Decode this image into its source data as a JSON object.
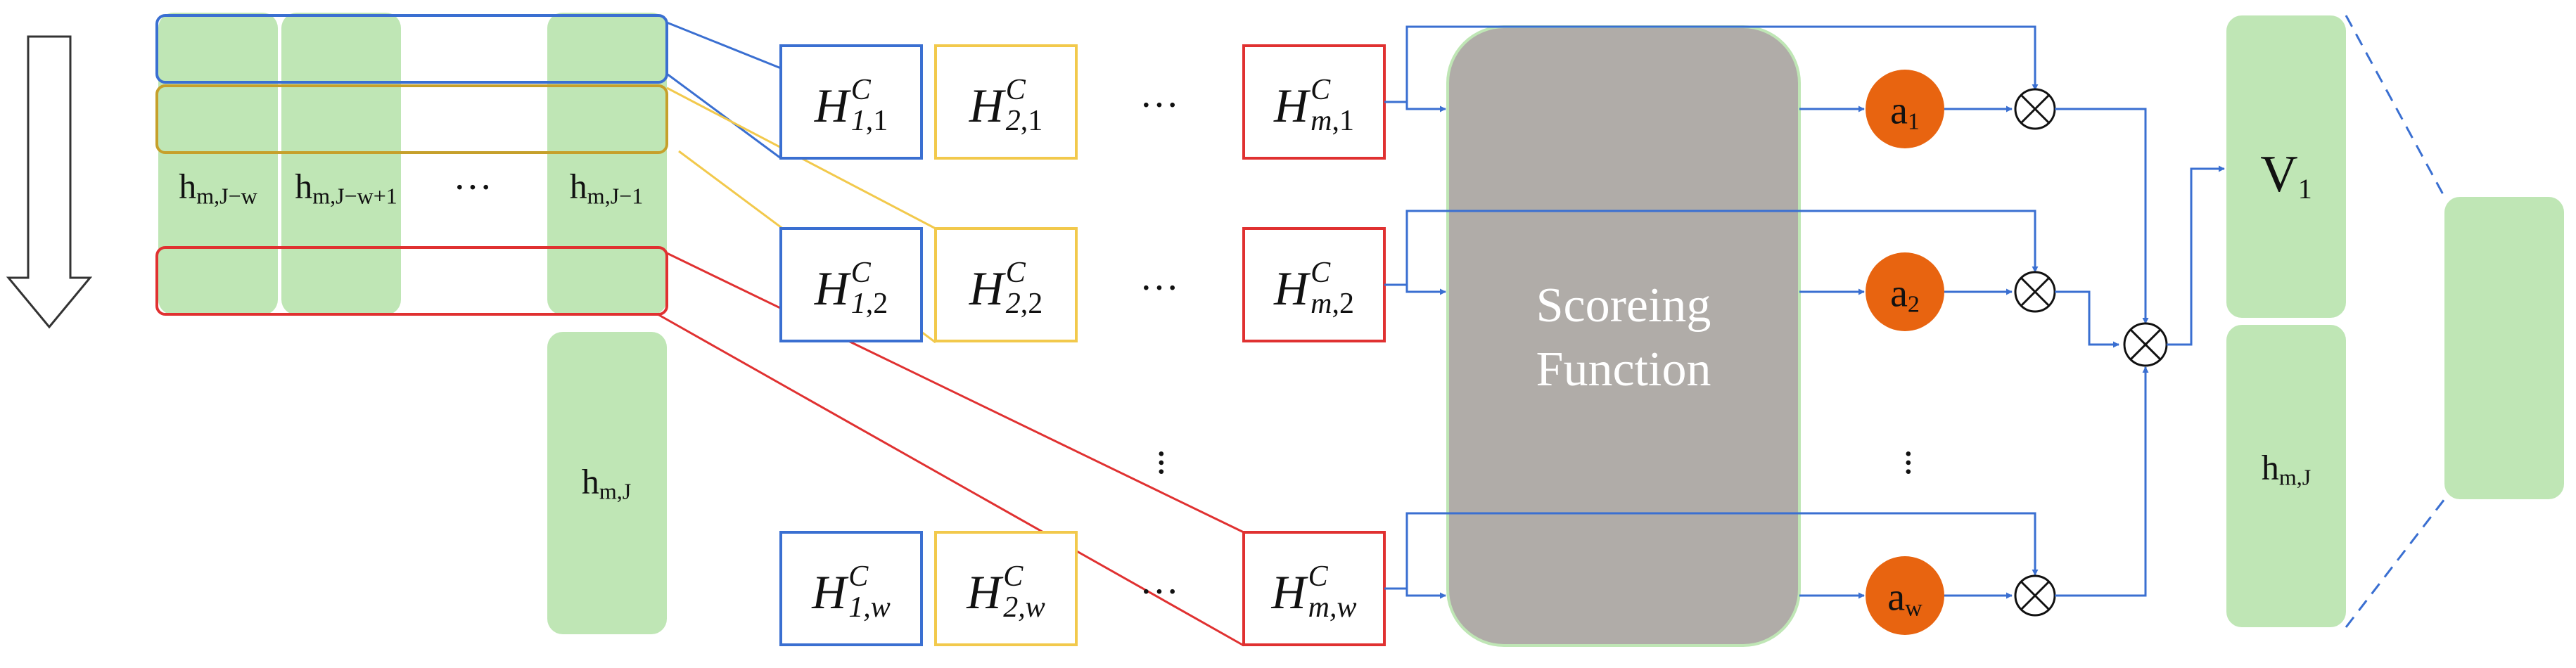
{
  "colors": {
    "cell_fill": "#bfe6b5",
    "blue": "#3a6fd1",
    "gold": "#f2c94c",
    "red": "#e03131",
    "scoring_fill": "#b0aca8",
    "circle_fill": "#e86410",
    "dash": "#3a6fd1"
  },
  "hidden_states": [
    {
      "base": "h",
      "sub": "m,J−w"
    },
    {
      "base": "h",
      "sub": "m,J−w+1"
    },
    {
      "base": "h",
      "sub": "m,J−1"
    },
    {
      "base": "h",
      "sub": "m,J"
    }
  ],
  "dots": "···",
  "hc_rows": [
    [
      {
        "base": "H",
        "sup": "C",
        "sub_a": "1",
        "sub_b": ",1"
      },
      {
        "base": "H",
        "sup": "C",
        "sub_a": "2",
        "sub_b": ",1"
      },
      {
        "base": "H",
        "sup": "C",
        "sub_a": "m",
        "sub_b": ",1"
      }
    ],
    [
      {
        "base": "H",
        "sup": "C",
        "sub_a": "1",
        "sub_b": ",2"
      },
      {
        "base": "H",
        "sup": "C",
        "sub_a": "2",
        "sub_b": ",2"
      },
      {
        "base": "H",
        "sup": "C",
        "sub_a": "m",
        "sub_b": ",2"
      }
    ],
    [
      {
        "base": "H",
        "sup": "C",
        "sub_a": "1",
        "sub_b": ",w"
      },
      {
        "base": "H",
        "sup": "C",
        "sub_a": "2",
        "sub_b": ",w"
      },
      {
        "base": "H",
        "sup": "C",
        "sub_a": "m",
        "sub_b": ",w"
      }
    ]
  ],
  "scoring": {
    "line1": "Scoreing",
    "line2": "Function"
  },
  "weights": [
    {
      "base": "a",
      "sub": "1"
    },
    {
      "base": "a",
      "sub": "2"
    },
    {
      "base": "a",
      "sub": "w"
    }
  ],
  "multiply_symbol": "⊗",
  "output": {
    "base": "V",
    "sub": "1"
  },
  "output_state": {
    "base": "h",
    "sub": "m,J"
  }
}
